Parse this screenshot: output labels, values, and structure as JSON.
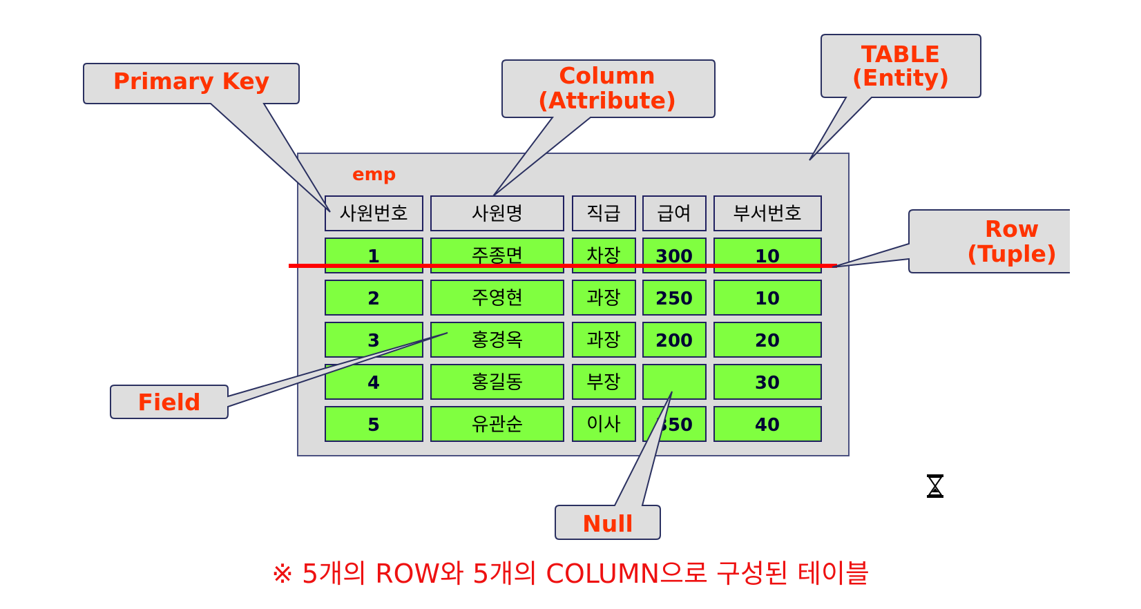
{
  "table_name": "emp",
  "headers": [
    "사원번호",
    "사원명",
    "직급",
    "급여",
    "부서번호"
  ],
  "rows": [
    [
      "1",
      "주종면",
      "차장",
      "300",
      "10"
    ],
    [
      "2",
      "주영현",
      "과장",
      "250",
      "10"
    ],
    [
      "3",
      "홍경옥",
      "과장",
      "200",
      "20"
    ],
    [
      "4",
      "홍길동",
      "부장",
      "",
      "30"
    ],
    [
      "5",
      "유관순",
      "이사",
      "350",
      "40"
    ]
  ],
  "callouts": {
    "primary_key": "Primary Key",
    "column_line1": "Column",
    "column_line2": "(Attribute)",
    "table_line1": "TABLE",
    "table_line2": "(Entity)",
    "row_line1": "Row",
    "row_line2": "(Tuple)",
    "field": "Field",
    "null": "Null"
  },
  "caption": "※ 5개의 ROW와 5개의 COLUMN으로 구성된 테이블",
  "icons": {
    "cursor": "hourglass-icon"
  },
  "colors": {
    "cell_fill": "#80ff40",
    "panel_fill": "#dcdcdc",
    "callout_fill": "#dedede",
    "accent_text": "#ff3300",
    "row_marker": "#ff0000",
    "caption": "#ee1111"
  }
}
